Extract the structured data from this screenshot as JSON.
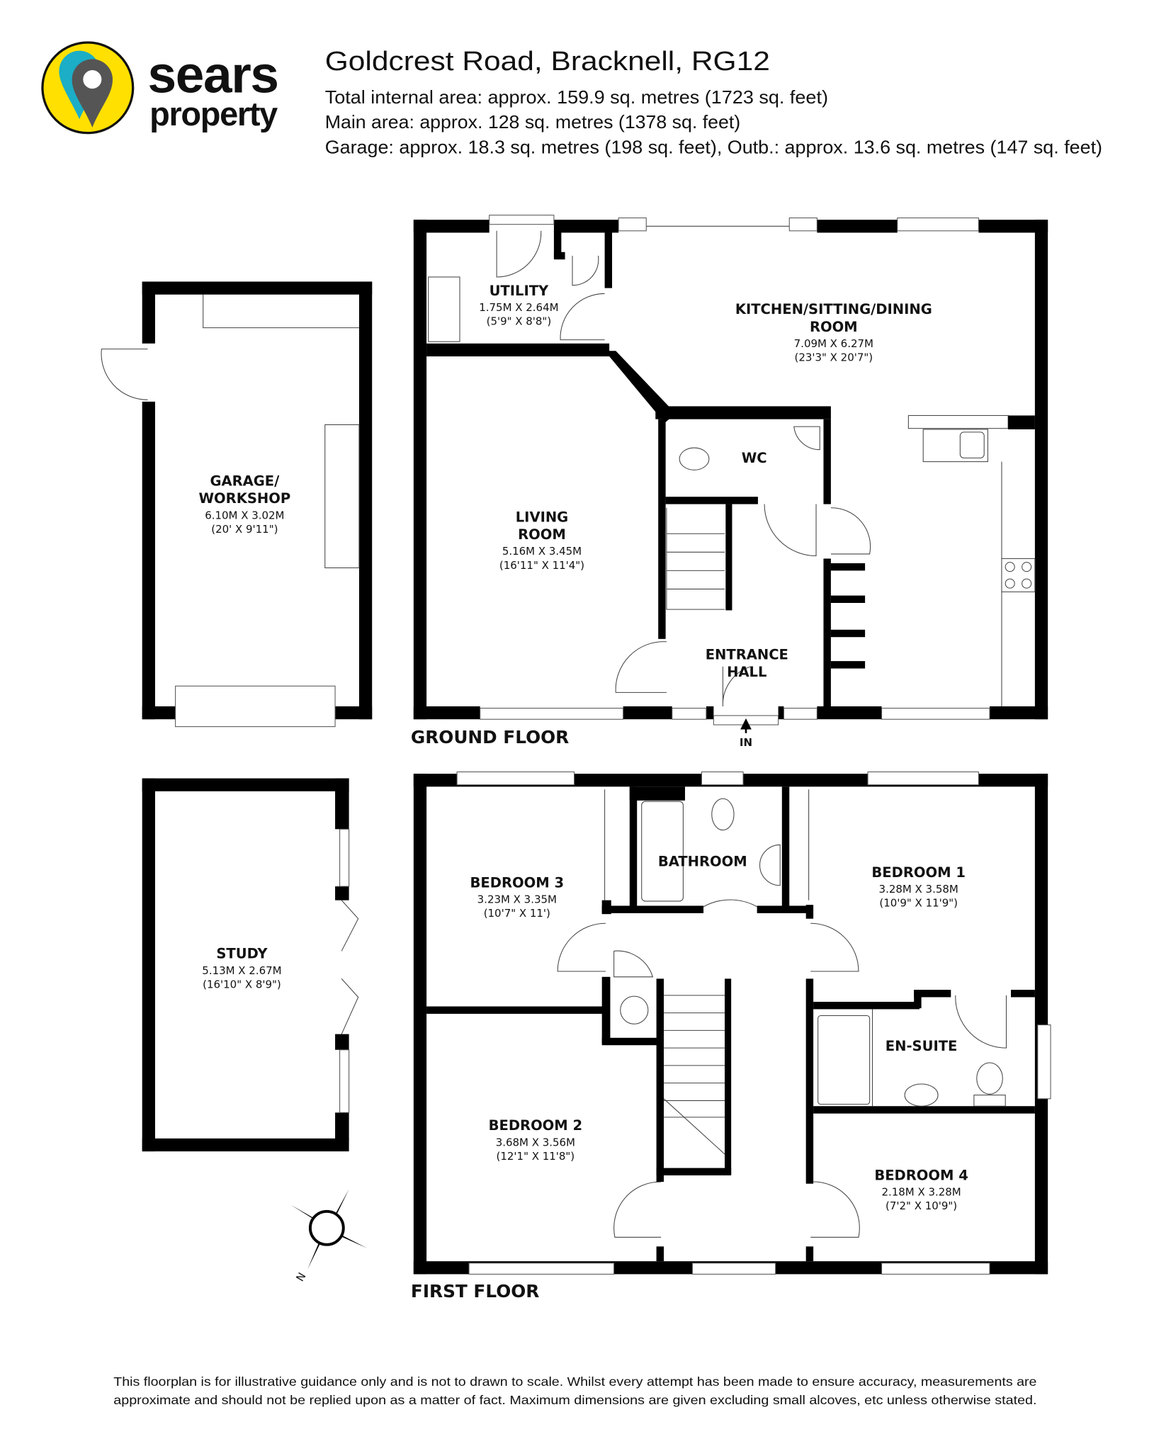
{
  "brand": {
    "name_line1": "sears",
    "name_line2": "property",
    "colors": {
      "yellow": "#FFE000",
      "teal": "#1BAEC6",
      "grey": "#555555"
    }
  },
  "header": {
    "title": "Goldcrest Road, Bracknell, RG12",
    "areas": [
      "Total internal area: approx. 159.9 sq. metres (1723 sq. feet)",
      "Main area: approx. 128 sq. metres (1378 sq. feet)",
      "Garage: approx. 18.3 sq. metres (198 sq. feet), Outb.: approx. 13.6 sq. metres (147 sq. feet)"
    ]
  },
  "ground_floor": {
    "label": "GROUND FLOOR",
    "entrance_marker": "IN",
    "rooms": {
      "utility": {
        "name": "UTILITY",
        "metric": "1.75M X 2.64M",
        "imperial": "(5'9\" X 8'8\")"
      },
      "kitchen": {
        "name1": "KITCHEN/SITTING/DINING",
        "name2": "ROOM",
        "metric": "7.09M X 6.27M",
        "imperial": "(23'3\" X 20'7\")"
      },
      "living": {
        "name1": "LIVING",
        "name2": "ROOM",
        "metric": "5.16M X 3.45M",
        "imperial": "(16'11\" X 11'4\")"
      },
      "wc": {
        "name": "WC"
      },
      "hall": {
        "name1": "ENTRANCE",
        "name2": "HALL"
      },
      "garage": {
        "name1": "GARAGE/",
        "name2": "WORKSHOP",
        "metric": "6.10M X 3.02M",
        "imperial": "(20' X 9'11\")"
      }
    }
  },
  "first_floor": {
    "label": "FIRST FLOOR",
    "rooms": {
      "bedroom3": {
        "name": "BEDROOM 3",
        "metric": "3.23M X 3.35M",
        "imperial": "(10'7\" X 11')"
      },
      "bathroom": {
        "name": "BATHROOM"
      },
      "bedroom1": {
        "name": "BEDROOM 1",
        "metric": "3.28M X 3.58M",
        "imperial": "(10'9\" X 11'9\")"
      },
      "ensuite": {
        "name": "EN-SUITE"
      },
      "bedroom2": {
        "name": "BEDROOM 2",
        "metric": "3.68M X 3.56M",
        "imperial": "(12'1\" X 11'8\")"
      },
      "bedroom4": {
        "name": "BEDROOM 4",
        "metric": "2.18M X 3.28M",
        "imperial": "(7'2\" X 10'9\")"
      },
      "study": {
        "name": "STUDY",
        "metric": "5.13M X 2.67M",
        "imperial": "(16'10\" X 8'9\")"
      }
    }
  },
  "compass": {
    "north_label": "N"
  },
  "disclaimer": [
    "This floorplan is for illustrative guidance only and is not to drawn to scale. Whilst every attempt has been made to ensure accuracy, measurements are",
    "approximate and should not be replied upon as a matter of fact. Maximum dimensions are given excluding small alcoves, etc unless otherwise stated."
  ]
}
